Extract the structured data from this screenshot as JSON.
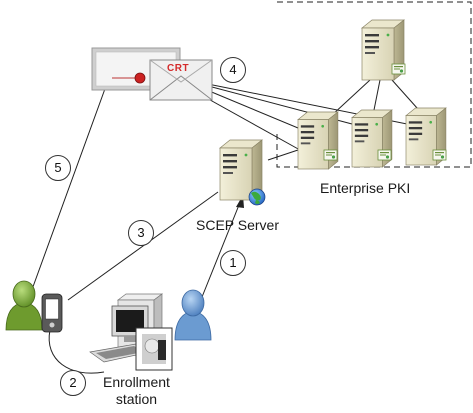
{
  "labels": {
    "enterprise_pki": "Enterprise PKI",
    "scep_server": "SCEP Server",
    "enrollment_station": "Enrollment\nstation",
    "certificate_tag": "CRT"
  },
  "steps": [
    "1",
    "2",
    "3",
    "4",
    "5"
  ],
  "colors": {
    "user_green": "#7fae3c",
    "user_blue": "#6e9fd4",
    "server_body": "#e8e4c9",
    "envelope_red": "#d42a2a",
    "line": "#222222"
  },
  "icons": {
    "root_ca": "server-icon",
    "sub_ca": "server-icon",
    "scep": "server-globe-icon",
    "admin_user": "user-icon",
    "enrolling_user": "user-icon",
    "device": "pda-icon",
    "workstation": "computer-icon",
    "certificate": "envelope-certificate-icon"
  }
}
